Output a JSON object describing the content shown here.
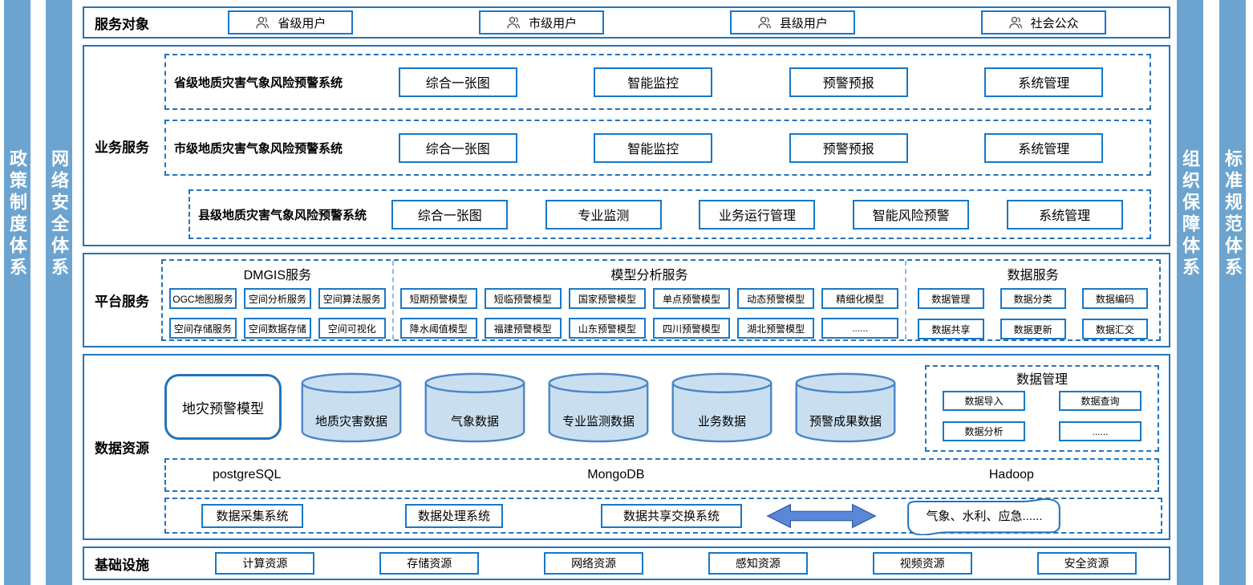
{
  "pillars": {
    "left": [
      {
        "label": "政策制度体系"
      },
      {
        "label": "网络安全体系"
      }
    ],
    "right": [
      {
        "label": "组织保障体系"
      },
      {
        "label": "标准规范体系"
      }
    ]
  },
  "service_targets": {
    "label": "服务对象",
    "items": [
      {
        "icon": "user-icon",
        "label": "省级用户"
      },
      {
        "icon": "user-icon",
        "label": "市级用户"
      },
      {
        "icon": "user-icon",
        "label": "县级用户"
      },
      {
        "icon": "user-icon",
        "label": "社会公众"
      }
    ]
  },
  "business_services": {
    "label": "业务服务",
    "systems": [
      {
        "name": "省级地质灾害气象风险预警系统",
        "modules": [
          "综合一张图",
          "智能监控",
          "预警预报",
          "系统管理"
        ]
      },
      {
        "name": "市级地质灾害气象风险预警系统",
        "modules": [
          "综合一张图",
          "智能监控",
          "预警预报",
          "系统管理"
        ]
      },
      {
        "name": "县级地质灾害气象风险预警系统",
        "modules": [
          "综合一张图",
          "专业监测",
          "业务运行管理",
          "智能风险预警",
          "系统管理"
        ]
      }
    ]
  },
  "platform_services": {
    "label": "平台服务",
    "groups": [
      {
        "title": "DMGIS服务",
        "items": [
          "OGC地图服务",
          "空间分析服务",
          "空间算法服务",
          "空间存储服务",
          "空间数据存储",
          "空间可视化"
        ]
      },
      {
        "title": "模型分析服务",
        "items": [
          "短期预警模型",
          "短临预警模型",
          "国家预警模型",
          "单点预警模型",
          "动态预警模型",
          "精细化模型",
          "降水阈值模型",
          "福建预警模型",
          "山东预警模型",
          "四川预警模型",
          "湖北预警模型",
          "......"
        ]
      },
      {
        "title": "数据服务",
        "items": [
          "数据管理",
          "数据分类",
          "数据编码",
          "数据共享",
          "数据更新",
          "数据汇交"
        ]
      }
    ]
  },
  "data_resources": {
    "label": "数据资源",
    "model_box": "地灾预警模型",
    "cylinders": [
      "地质灾害数据",
      "气象数据",
      "专业监测数据",
      "业务数据",
      "预警成果数据"
    ],
    "data_management": {
      "title": "数据管理",
      "items": [
        "数据导入",
        "数据查询",
        "数据分析",
        "......"
      ]
    },
    "databases": [
      "postgreSQL",
      "MongoDB",
      "Hadoop"
    ],
    "exchange_systems": [
      "数据采集系统",
      "数据处理系统",
      "数据共享交换系统"
    ],
    "exchange_icon": "double-arrow-icon",
    "external_partners": "气象、水利、应急......"
  },
  "infrastructure": {
    "label": "基础设施",
    "items": [
      "计算资源",
      "存储资源",
      "网络资源",
      "感知资源",
      "视频资源",
      "安全资源"
    ]
  },
  "colors": {
    "pillar_fill": "#6CA4CF",
    "frame_border": "#2673B8",
    "box_border": "#1878C8",
    "group_divider": "#8FB8E0",
    "cylinder_fill": "#C9DFF0",
    "cylinder_stroke": "#4A86C8",
    "arrow_fill": "#5B87D8",
    "pillar_text": "#FFFFFF"
  }
}
